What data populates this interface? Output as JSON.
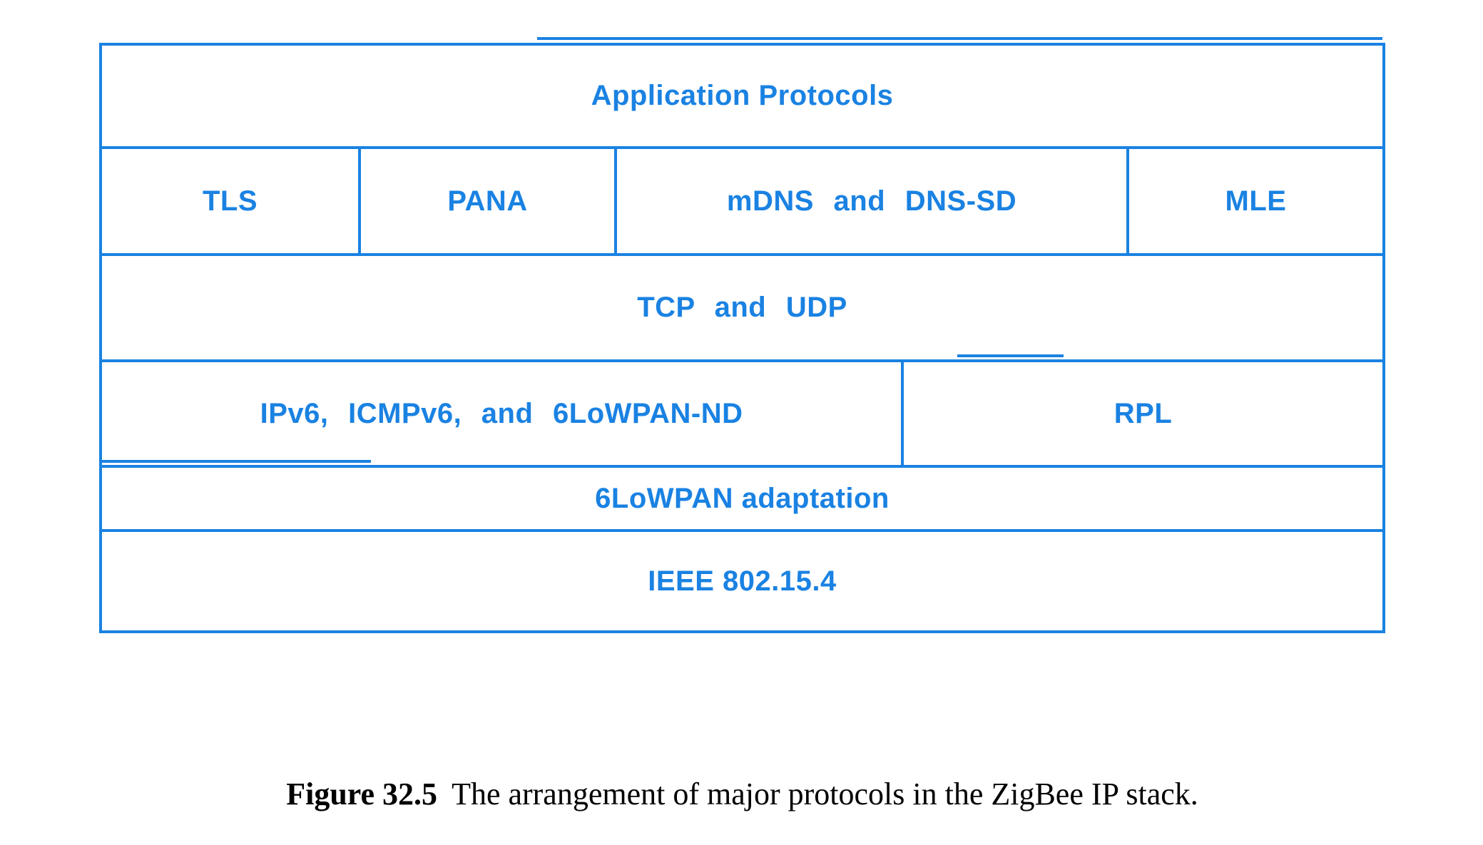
{
  "colors": {
    "accent_blue": "#1a82e2",
    "caption_text": "#000000"
  },
  "stack": {
    "rows": [
      {
        "cells": [
          {
            "label": "Application Protocols"
          }
        ]
      },
      {
        "cells": [
          {
            "label": "TLS"
          },
          {
            "label": "PANA"
          },
          {
            "label": "mDNS and DNS-SD"
          },
          {
            "label": "MLE"
          }
        ]
      },
      {
        "cells": [
          {
            "label": "TCP and UDP"
          }
        ]
      },
      {
        "cells": [
          {
            "label": "IPv6, ICMPv6, and 6LoWPAN-ND"
          },
          {
            "label": "RPL"
          }
        ]
      },
      {
        "cells": [
          {
            "label": "6LoWPAN adaptation"
          }
        ]
      },
      {
        "cells": [
          {
            "label": "IEEE 802.15.4"
          }
        ]
      }
    ]
  },
  "caption": {
    "figure_label": "Figure 32.5",
    "text": "The arrangement of major protocols in the ZigBee IP stack."
  }
}
